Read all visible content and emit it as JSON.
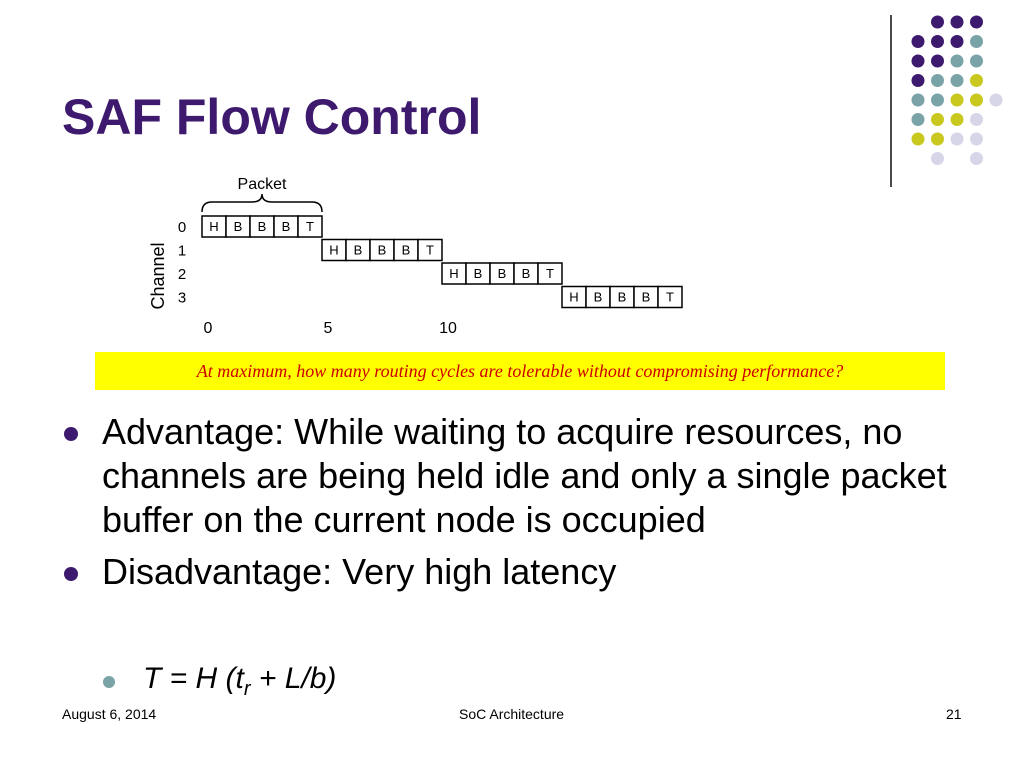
{
  "title": "SAF Flow Control",
  "diagram": {
    "packet_label": "Packet",
    "axis_label": "Channel",
    "channels": [
      "0",
      "1",
      "2",
      "3"
    ],
    "time_ticks": [
      "0",
      "5",
      "10"
    ],
    "flits": [
      "H",
      "B",
      "B",
      "B",
      "T"
    ],
    "packet_start_cycles": [
      0,
      5,
      10,
      15
    ]
  },
  "question": "At maximum, how many routing cycles are tolerable without compromising performance?",
  "bullets": [
    "Advantage: While waiting to acquire resources, no channels are being held idle and only a single packet buffer on the current node is occupied",
    "Disadvantage: Very high latency"
  ],
  "formula": {
    "prefix": "T = H (t",
    "subscript": "r",
    "suffix": " + L/b)"
  },
  "footer": {
    "date": "August 6, 2014",
    "center": "SoC Architecture",
    "page": "21"
  },
  "colors": {
    "title": "#3d1a6e",
    "question_bg": "#ffff00",
    "question_text": "#cc0000",
    "dot_purple": "#3d1a6e",
    "dot_teal": "#7aa3a8",
    "dot_olive": "#c8c81e",
    "dot_lavender": "#d6d6e8"
  }
}
